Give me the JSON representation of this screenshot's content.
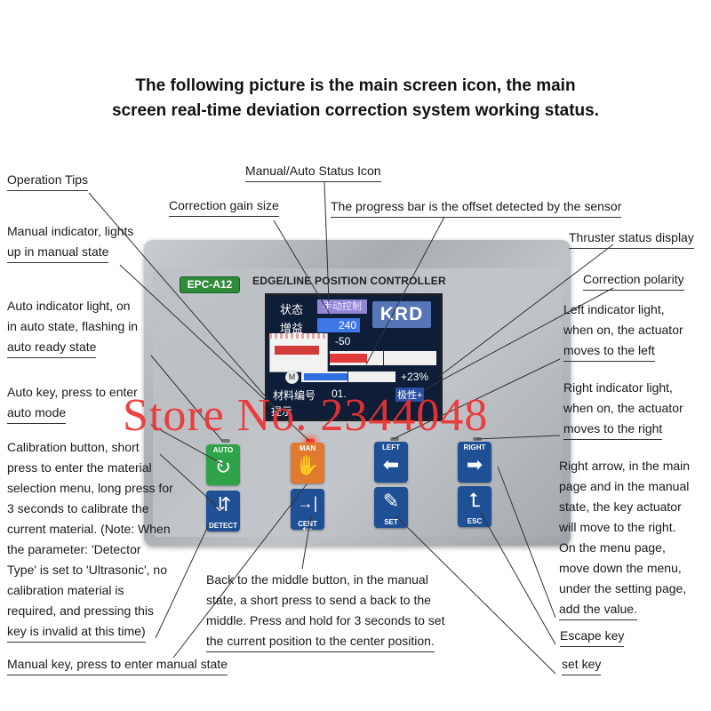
{
  "header": {
    "line1": "The following picture is the main screen icon, the main",
    "line2": "screen real-time deviation correction system working status."
  },
  "device": {
    "model": "EPC-A12",
    "title": "EDGE/LINE POSITION CONTROLLER"
  },
  "screen": {
    "status_label": "状态",
    "status_value": "手动控制",
    "gain_label": "增益",
    "gain_value": "240",
    "logo": "KRD",
    "offset_value": "-50",
    "thruster_percent": "+23%",
    "motor_icon_letter": "M",
    "material_label": "材料编号",
    "material_value": "01.",
    "polarity": "极性+",
    "tip": "提示"
  },
  "keys": {
    "auto": "AUTO",
    "manual": "MAN",
    "left": "LEFT",
    "right": "RIGHT",
    "detect": "DETECT",
    "cent": "CENT",
    "set": "SET",
    "esc": "ESC"
  },
  "callouts": {
    "status_icon": "Manual/Auto Status Icon",
    "operation_tips": "Operation Tips",
    "gain_size": "Correction gain size",
    "progress_bar": "The progress bar is the offset detected by the sensor",
    "manual_indicator_1": "Manual indicator, lights",
    "manual_indicator_2": "up in manual state",
    "thruster": "Thruster status display",
    "polarity": "Correction polarity",
    "auto_indicator_1": "Auto indicator light, on",
    "auto_indicator_2": "in auto state, flashing in",
    "auto_indicator_3": "auto ready state",
    "left_indicator_1": "Left indicator light,",
    "left_indicator_2": "when on, the actuator",
    "left_indicator_3": "moves to the left",
    "auto_key_1": "Auto key, press to enter",
    "auto_key_2": "auto mode",
    "right_indicator_1": "Right indicator light,",
    "right_indicator_2": "when on, the actuator",
    "right_indicator_3": "moves to the right",
    "calib_1": "Calibration button, short",
    "calib_2": "press to enter the material",
    "calib_3": "selection menu, long press for",
    "calib_4": "3 seconds to calibrate the",
    "calib_5": "current material. (Note: When",
    "calib_6": "the parameter: 'Detector",
    "calib_7": "Type' is set to 'Ultrasonic', no",
    "calib_8": "calibration material is",
    "calib_9": "required, and pressing this",
    "calib_10": "key is invalid at this time)",
    "right_arrow_1": "Right arrow, in the main",
    "right_arrow_2": "page and in the manual",
    "right_arrow_3": "state, the key actuator",
    "right_arrow_4": "will move to the right.",
    "right_arrow_5": "On the menu page,",
    "right_arrow_6": "move down the menu,",
    "right_arrow_7": "under the setting page,",
    "right_arrow_8": "add the value.",
    "center_1": "Back to the middle button, in the manual",
    "center_2": "state, a short press to send a back to the",
    "center_3": "middle. Press and hold for 3 seconds to set",
    "center_4": "the current position to the center position.",
    "escape": "Escape key",
    "manual_key": "Manual key, press to enter manual state",
    "set_key": "set key"
  },
  "watermark": "Store No. 2344048",
  "indicators": {
    "manual_led_on": true,
    "offset_fill": 0.35,
    "thruster_fill": 0.23
  }
}
